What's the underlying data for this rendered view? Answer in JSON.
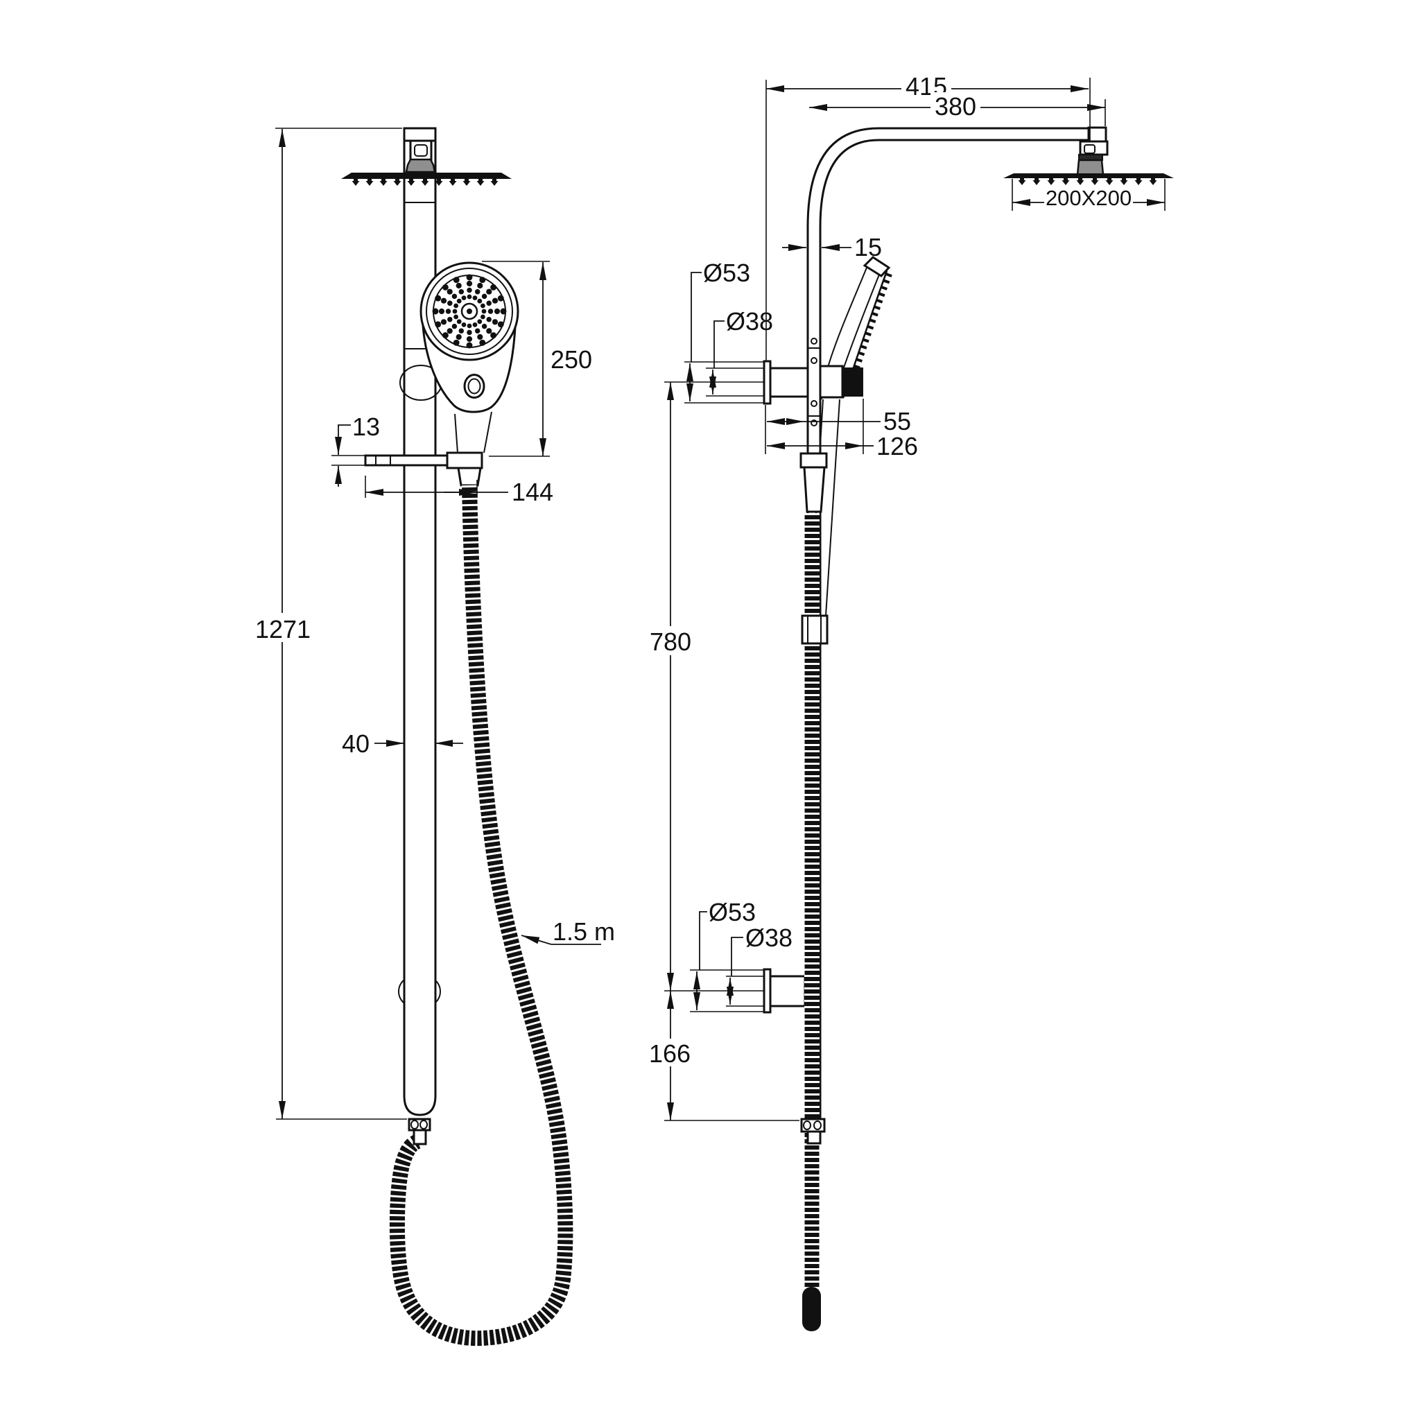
{
  "colors": {
    "line": "#111111",
    "collar_gray": "#8f8f8f",
    "dark_band": "#2a2a2a",
    "background": "#ffffff"
  },
  "drawing": {
    "front_view": {
      "total_height": "1271",
      "handshower_length": "250",
      "rail_thickness": "13",
      "rail_length": "144",
      "column_width": "40",
      "hose_length": "1.5 m"
    },
    "side_view": {
      "arm_reach_overall": "415",
      "arm_reach": "380",
      "head_size": "200X200",
      "column_depth": "15",
      "upper_bracket_flange_dia": "Ø53",
      "upper_bracket_pipe_dia": "Ø38",
      "wall_to_column": "55",
      "wall_to_holder": "126",
      "bracket_spacing": "780",
      "lower_bracket_flange_dia": "Ø53",
      "lower_bracket_pipe_dia": "Ø38",
      "column_bottom_offset": "166"
    }
  }
}
